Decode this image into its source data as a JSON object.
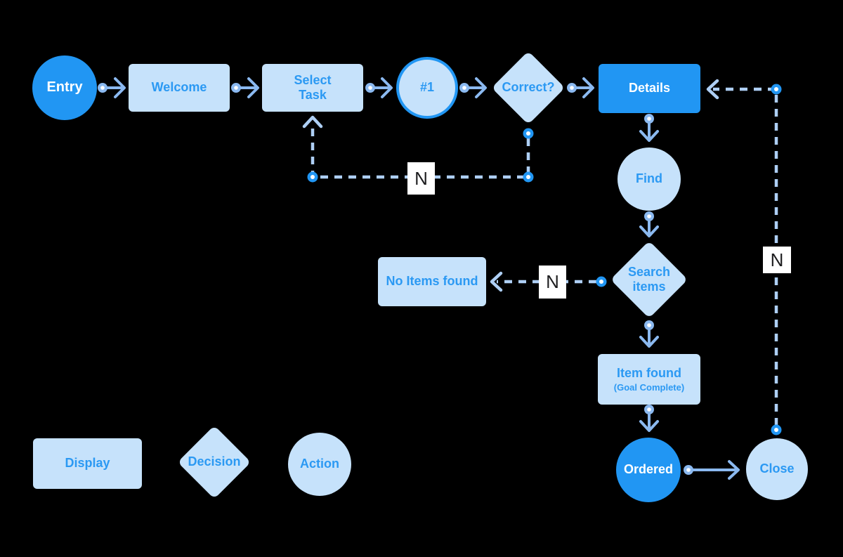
{
  "colors": {
    "canvas_bg": "#000000",
    "primary": "#2196F3",
    "light": "#C6E2FB",
    "arrow": "#8BB9F0",
    "dash": "#AECFF5",
    "text_blue": "#2B99F3",
    "n_bg": "#FFFFFF",
    "n_text": "#1D1D1F"
  },
  "nodes": {
    "entry": {
      "label": "Entry",
      "shape": "circle",
      "variant": "solid"
    },
    "welcome": {
      "label": "Welcome",
      "shape": "rect",
      "variant": "light"
    },
    "select_task": {
      "label": "Select Task",
      "shape": "rect",
      "variant": "light"
    },
    "step1": {
      "label": "#1",
      "shape": "circle",
      "variant": "outlined"
    },
    "correct": {
      "label": "Correct?",
      "shape": "diamond",
      "variant": "light"
    },
    "details": {
      "label": "Details",
      "shape": "rect",
      "variant": "solid"
    },
    "find": {
      "label": "Find",
      "shape": "circle",
      "variant": "light"
    },
    "search_items": {
      "label": "Search items",
      "shape": "diamond",
      "variant": "light"
    },
    "no_items_found": {
      "label": "No Items found",
      "shape": "rect",
      "variant": "light"
    },
    "item_found": {
      "label": "Item found",
      "sublabel": "(Goal Complete)",
      "shape": "rect",
      "variant": "light"
    },
    "ordered": {
      "label": "Ordered",
      "shape": "circle",
      "variant": "solid"
    },
    "close": {
      "label": "Close",
      "shape": "circle",
      "variant": "light"
    }
  },
  "legend": {
    "display": {
      "label": "Display",
      "shape": "rect"
    },
    "decision": {
      "label": "Decision",
      "shape": "diamond"
    },
    "action": {
      "label": "Action",
      "shape": "circle"
    }
  },
  "edge_labels": {
    "correct_to_select_task": "N",
    "search_items_to_no_items_found": "N",
    "close_to_details": "N"
  }
}
